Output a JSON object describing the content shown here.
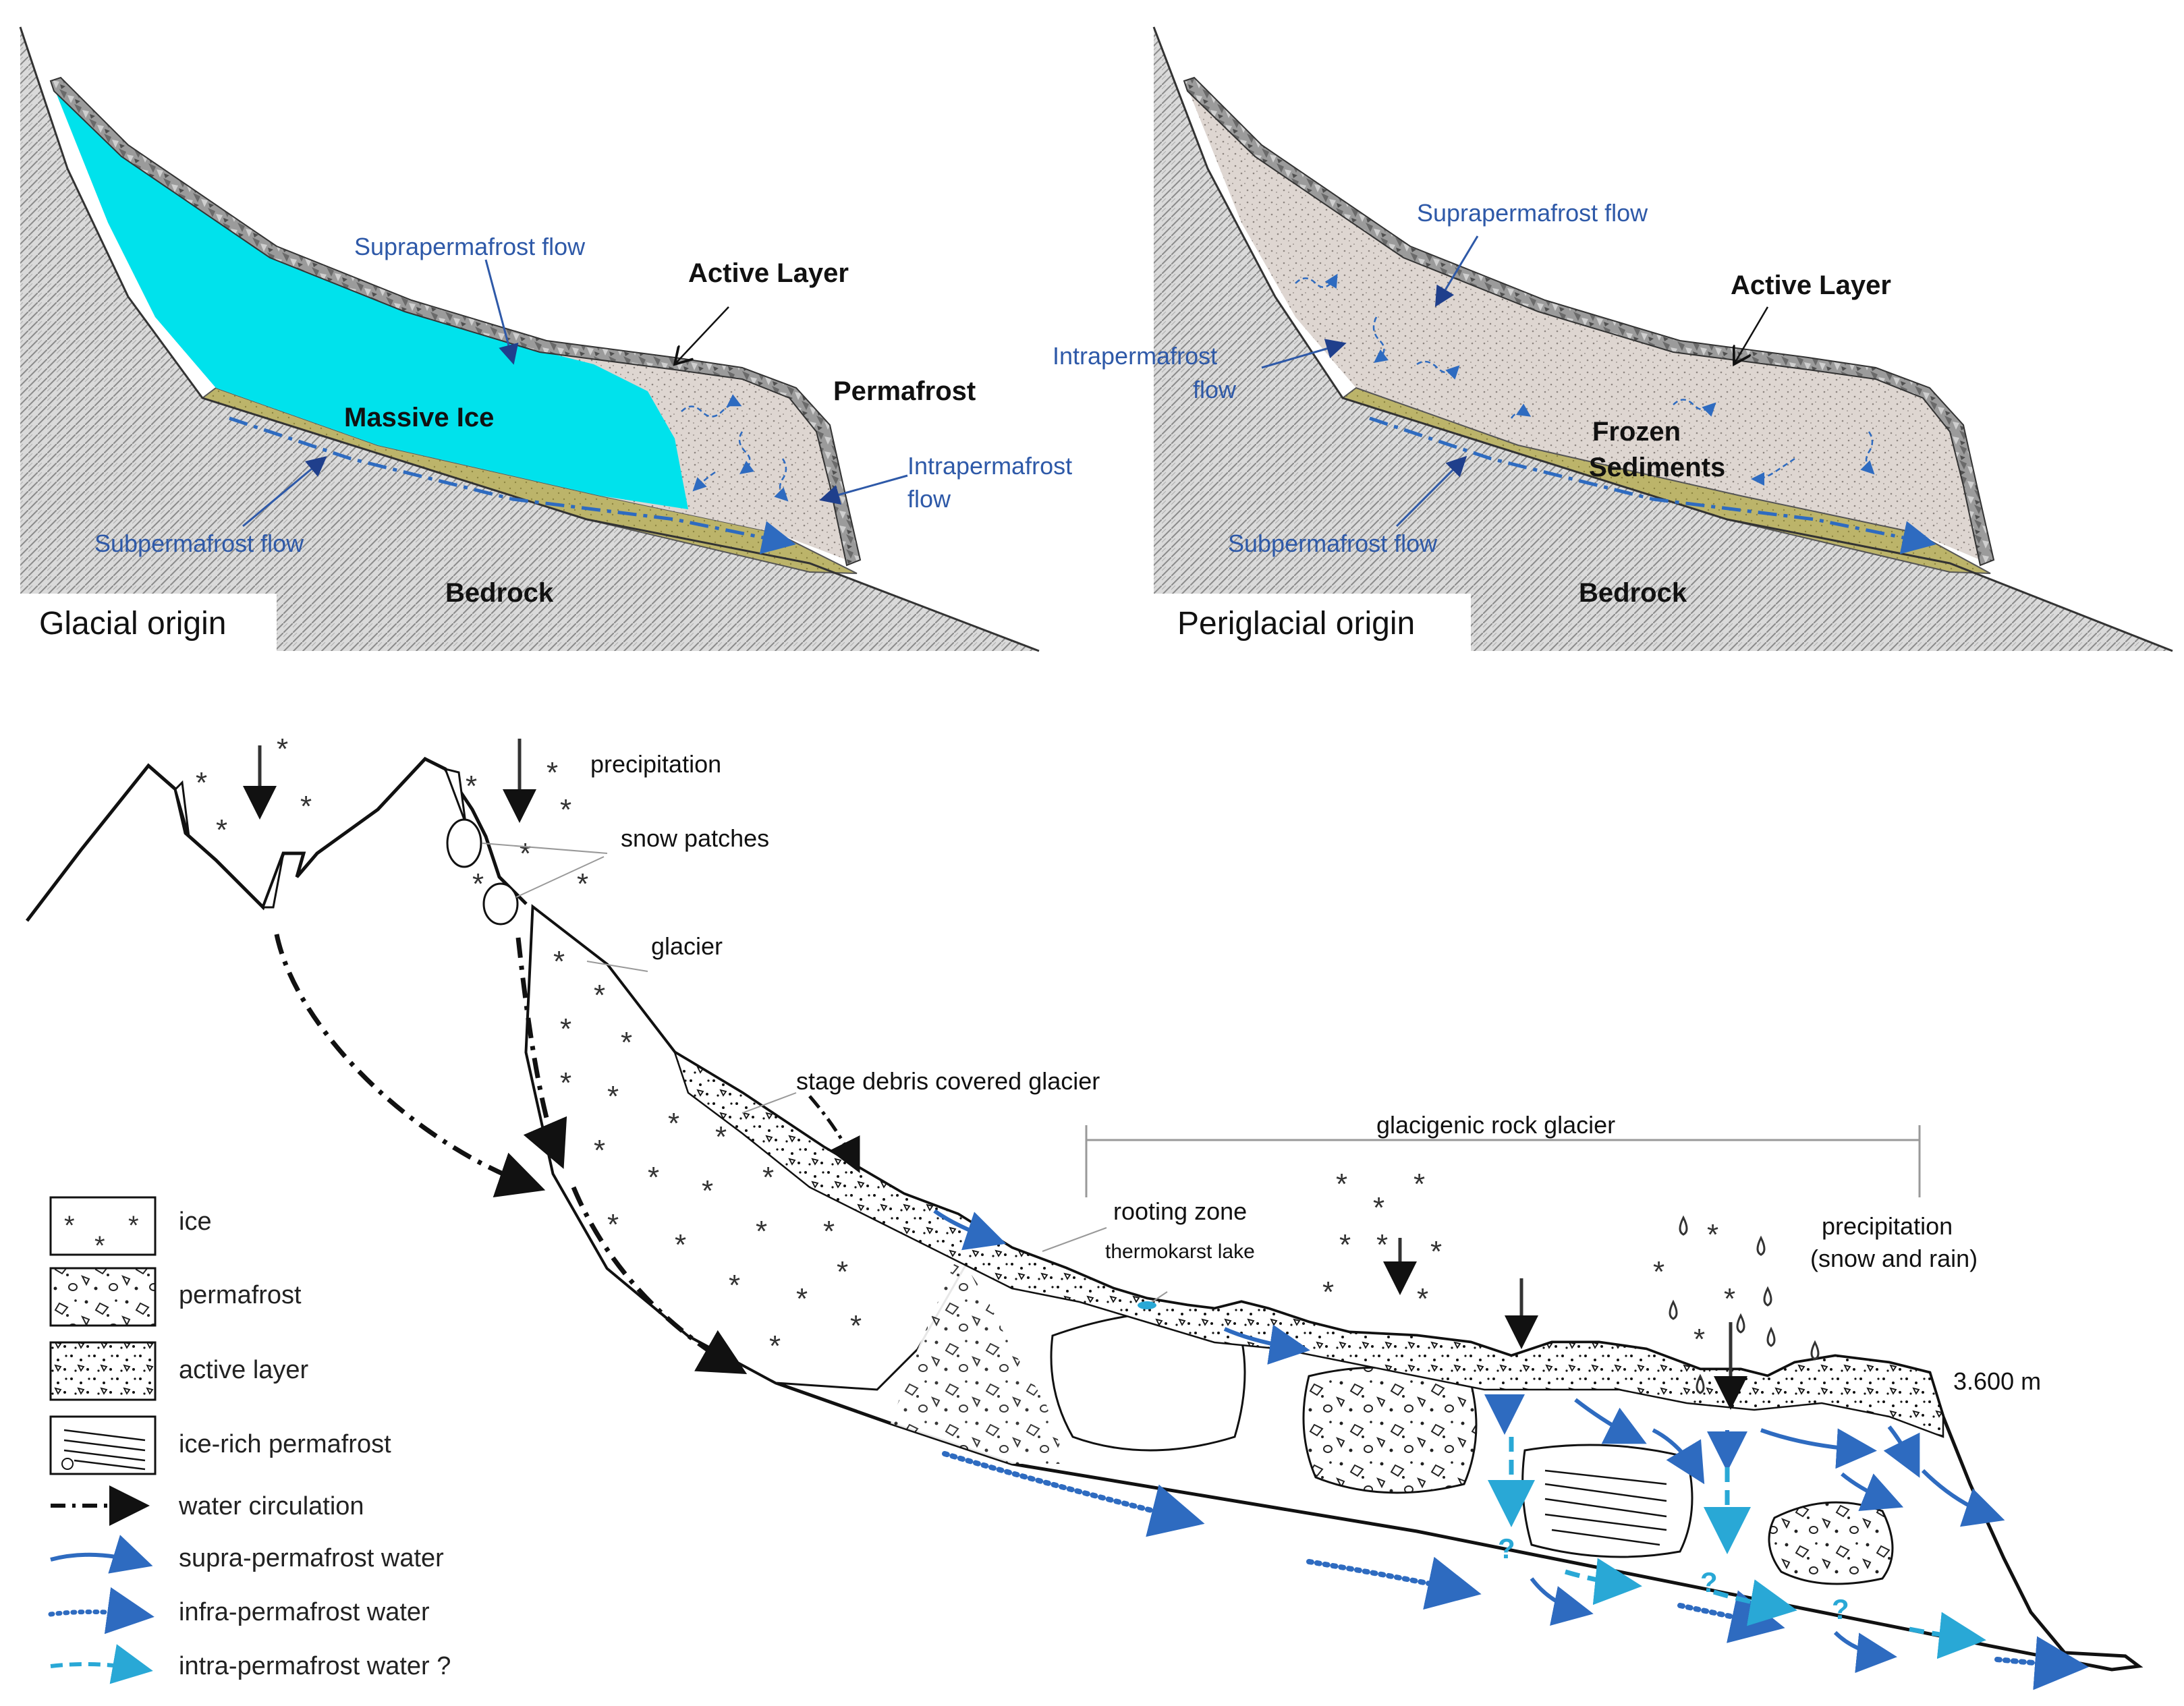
{
  "panels": {
    "glacial": {
      "caption": "Glacial origin",
      "labels": {
        "suprapermafrost": "Suprapermafrost flow",
        "active_layer": "Active Layer",
        "permafrost": "Permafrost",
        "massive_ice": "Massive Ice",
        "intrapermafrost_1": "Intrapermafrost",
        "intrapermafrost_2": "flow",
        "subpermafrost": "Subpermafrost flow",
        "bedrock": "Bedrock"
      }
    },
    "periglacial": {
      "caption": "Periglacial origin",
      "labels": {
        "suprapermafrost": "Suprapermafrost flow",
        "active_layer": "Active Layer",
        "intrapermafrost_1": "Intrapermafrost",
        "intrapermafrost_2": "flow",
        "frozen_1": "Frozen",
        "frozen_2": "Sediments",
        "subpermafrost": "Subpermafrost flow",
        "bedrock": "Bedrock"
      }
    }
  },
  "cross_section": {
    "labels": {
      "precipitation": "precipitation",
      "snow_patches": "snow patches",
      "glacier": "glacier",
      "stage_debris": "stage debris covered glacier",
      "glacigenic": "glacigenic rock glacier",
      "rooting_zone": "rooting zone",
      "thermokarst": "thermokarst lake",
      "precip_snow_rain_1": "precipitation",
      "precip_snow_rain_2": "(snow and rain)",
      "elevation": "3.600 m",
      "question_mark": "?"
    },
    "legend": [
      {
        "key": "ice",
        "label": "ice"
      },
      {
        "key": "permafrost",
        "label": "permafrost"
      },
      {
        "key": "active",
        "label": "active layer"
      },
      {
        "key": "icerich",
        "label": "ice-rich permafrost"
      },
      {
        "key": "water",
        "label": "water circulation"
      },
      {
        "key": "supra",
        "label": "supra-permafrost water"
      },
      {
        "key": "infra",
        "label": "infra-permafrost water"
      },
      {
        "key": "intra",
        "label": "intra-permafrost water ?"
      }
    ]
  },
  "colors": {
    "massive_ice": "#00e2ec",
    "frozen_sediment": "#ded6d1",
    "subpermafrost_layer": "#bcb46a",
    "bedrock": "#d9d9d9",
    "flow_blue": "#2e6bc0",
    "intra_cyan": "#29a8d6",
    "label_blue": "#2e59a8"
  }
}
